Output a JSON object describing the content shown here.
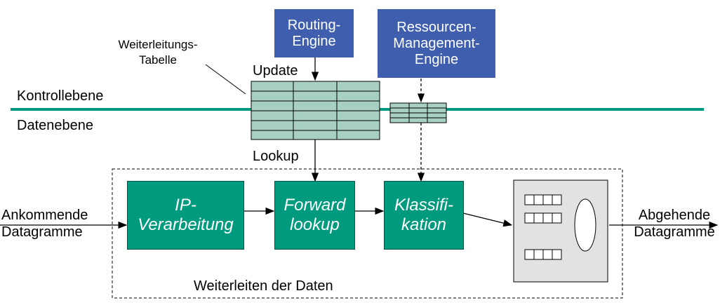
{
  "control_plane": {
    "label": "Kontrollebene"
  },
  "data_plane": {
    "label": "Datenebene"
  },
  "forwarding_table": {
    "label_line1": "Weiterleitungs-",
    "label_line2": "Tabelle"
  },
  "update_label": "Update",
  "lookup_label": "Lookup",
  "routing_engine": {
    "line1": "Routing-",
    "line2": "Engine"
  },
  "resource_engine": {
    "line1": "Ressourcen-",
    "line2": "Management-",
    "line3": "Engine"
  },
  "blocks": {
    "ip_processing": {
      "line1": "IP-",
      "line2": "Verarbeitung"
    },
    "forward_lookup": {
      "line1": "Forward",
      "line2": "lookup"
    },
    "classification": {
      "line1": "Klassifi-",
      "line2": "kation"
    }
  },
  "incoming": {
    "line1": "Ankommende",
    "line2": "Datagramme"
  },
  "outgoing": {
    "line1": "Abgehende",
    "line2": "Datagramme"
  },
  "forwarding_region": {
    "label": "Weiterleiten der Daten"
  },
  "colors": {
    "block_green": "#009a7e",
    "engine_blue": "#3f5fae",
    "plane_line": "#009a7e",
    "table_fill": "#a8cfc4"
  }
}
